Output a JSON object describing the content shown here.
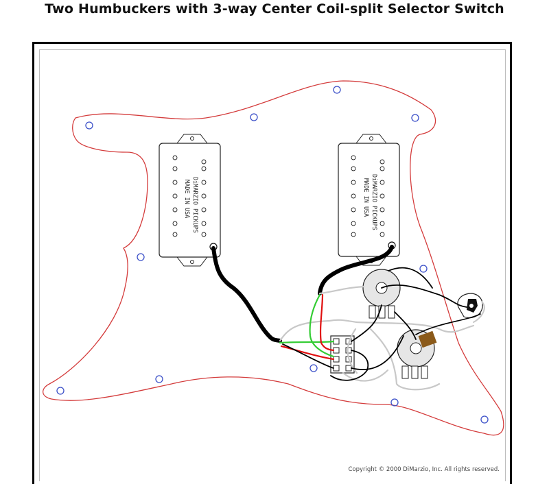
{
  "title": "Two Humbuckers with 3-way Center Coil-split Selector Switch",
  "pickups": {
    "neck": {
      "line1": "DiMARZIO PICKUPS",
      "line2": "MADE IN USA"
    },
    "bridge": {
      "line1": "DiMARZIO PICKUPS",
      "line2": "MADE IN USA"
    }
  },
  "copyright": "Copyright © 2000 DiMarzio, Inc.   All rights reserved.",
  "colors": {
    "pickguard_outline": "#d43c3c",
    "screw_holes": "#3a4fc8",
    "wire_black": "#000000",
    "wire_red": "#e01010",
    "wire_green": "#33cc33",
    "wire_white": "#c8c8c8",
    "pot_cap": "#8b5a1a"
  }
}
